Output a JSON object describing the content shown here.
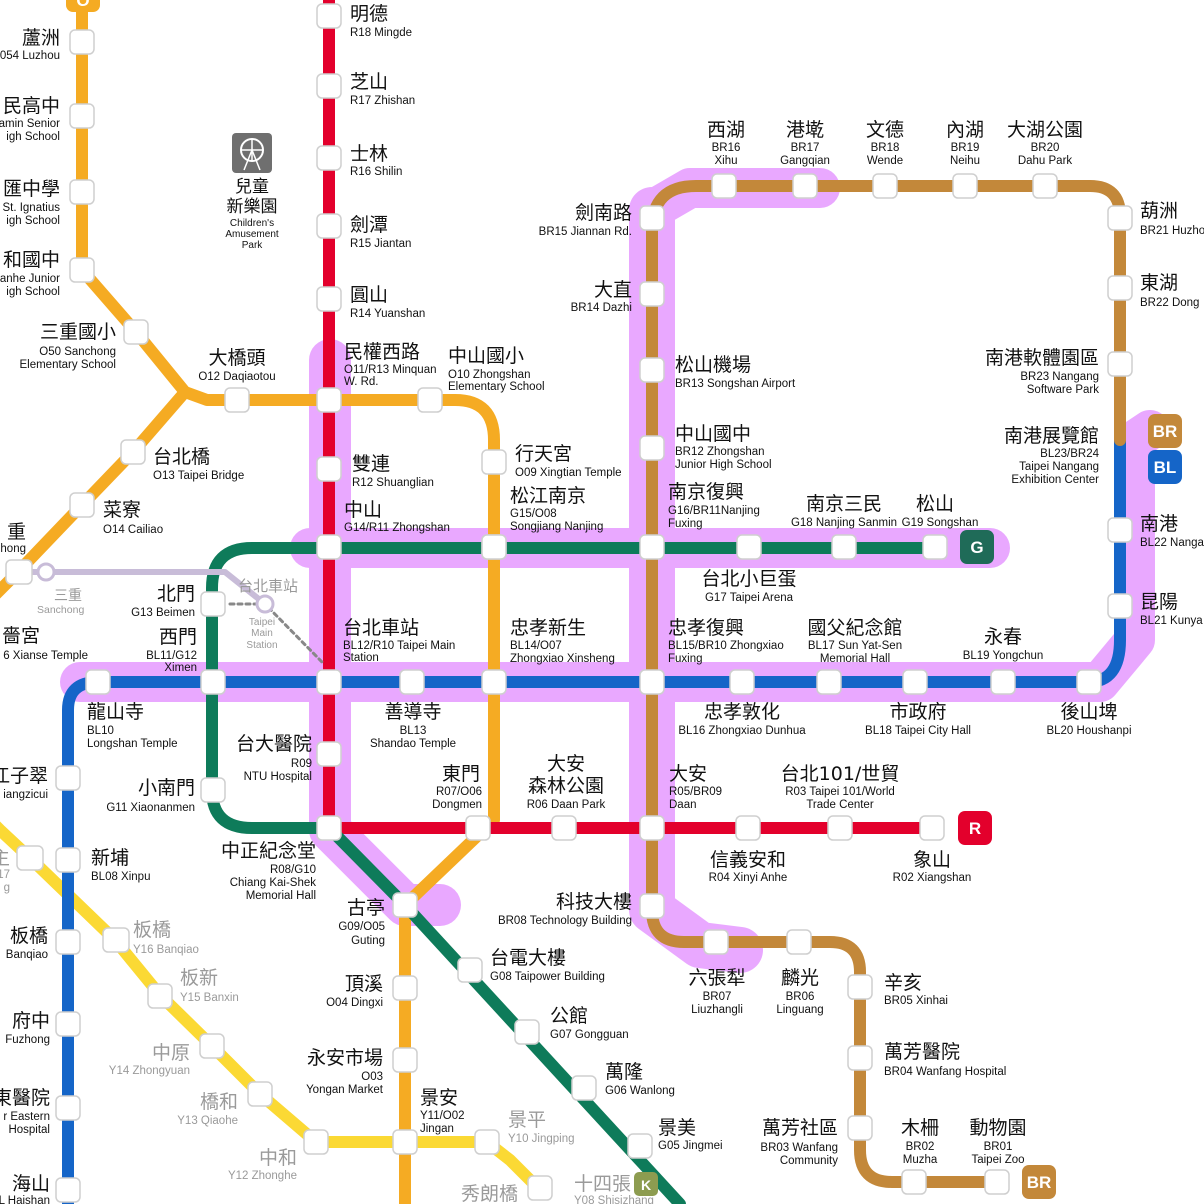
{
  "colors": {
    "red": "#e3002c",
    "green": "#0e7b5a",
    "orange": "#f5ab23",
    "blue": "#1565c8",
    "brown": "#c3883a",
    "yellow": "#fbd934",
    "purple_route": "#e28bff",
    "airport_grey": "#c8bcd8",
    "text": "#111111"
  },
  "line_badges": {
    "br_top": "BR",
    "bl": "BL",
    "g": "G",
    "r": "R",
    "br_bottom": "BR",
    "k": "K",
    "o_top": "O"
  },
  "landmark": {
    "icon": "ferris-wheel-icon",
    "zh": [
      "兒童",
      "新樂園"
    ],
    "en": [
      "Children's",
      "Amusement",
      "Park"
    ]
  },
  "stations": {
    "s_mingde": {
      "zh": "明德",
      "en": [
        "R18 Mingde"
      ]
    },
    "s_zhishan": {
      "zh": "芝山",
      "en": [
        "R17 Zhishan"
      ]
    },
    "s_shilin": {
      "zh": "士林",
      "en": [
        "R16 Shilin"
      ]
    },
    "s_jiantan": {
      "zh": "劍潭",
      "en": [
        "R15 Jiantan"
      ]
    },
    "s_yuanshan": {
      "zh": "圓山",
      "en": [
        "R14 Yuanshan"
      ]
    },
    "s_minquan": {
      "zh": "民權西路",
      "en": [
        "O11/R13 Minquan",
        "W. Rd."
      ]
    },
    "s_shuanglian": {
      "zh": "雙連",
      "en": [
        "R12 Shuanglian"
      ]
    },
    "s_zhongshan": {
      "zh": "中山",
      "en": [
        "G14/R11 Zhongshan"
      ]
    },
    "s_taipeimain": {
      "zh": "台北車站",
      "en": [
        "BL12/R10 Taipei Main",
        "Station"
      ]
    },
    "s_ntuh": {
      "zh": "台大醫院",
      "en": [
        "R09",
        "NTU Hospital"
      ]
    },
    "s_cks": {
      "zh": "中正紀念堂",
      "en": [
        "R08/G10",
        "Chiang Kai-Shek",
        "Memorial Hall"
      ]
    },
    "s_dongmen": {
      "zh": "東門",
      "en": [
        "R07/O06",
        "Dongmen"
      ]
    },
    "s_daanpark": {
      "zh": "大安\n森林公園",
      "zh_lines": [
        "大安",
        "森林公園"
      ],
      "en": [
        "R06 Daan Park"
      ]
    },
    "s_daan": {
      "zh": "大安",
      "en": [
        "R05/BR09",
        "Daan"
      ]
    },
    "s_xinyi": {
      "zh": "信義安和",
      "en": [
        "R04 Xinyi Anhe"
      ]
    },
    "s_taipei101": {
      "zh": "台北101/世貿",
      "en": [
        "R03 Taipei 101/World",
        "Trade Center"
      ]
    },
    "s_xiangshan": {
      "zh": "象山",
      "en": [
        "R02 Xiangshan"
      ]
    },
    "s_zsps": {
      "zh": "中山國小",
      "en": [
        "O10 Zhongshan",
        "Elementary School"
      ]
    },
    "s_xingtian": {
      "zh": "行天宮",
      "en": [
        "O09 Xingtian Temple"
      ]
    },
    "s_songnanjing": {
      "zh": "松江南京",
      "en": [
        "G15/O08",
        "Songjiang Nanjing"
      ]
    },
    "s_zhongxiaoxs": {
      "zh": "忠孝新生",
      "en": [
        "BL14/O07",
        "Zhongxiao Xinsheng"
      ]
    },
    "s_guting": {
      "zh": "古亭",
      "en": [
        "G09/O05",
        "Guting"
      ]
    },
    "s_dingxi": {
      "zh": "頂溪",
      "en": [
        "O04 Dingxi"
      ]
    },
    "s_yongan": {
      "zh": "永安市場",
      "en": [
        "O03",
        "Yongan Market"
      ]
    },
    "s_jingan": {
      "zh": "景安",
      "en": [
        "Y11/O02",
        "Jingan"
      ]
    },
    "s_daqiaotou": {
      "zh": "大橋頭",
      "en": [
        "O12 Daqiaotou"
      ]
    },
    "s_sanchongps": {
      "zh": "三重國小",
      "en": [
        "O50 Sanchong",
        "Elementary School"
      ]
    },
    "s_taipeibridge": {
      "zh": "台北橋",
      "en": [
        "O13 Taipei Bridge"
      ]
    },
    "s_cailiao": {
      "zh": "菜寮",
      "en": [
        "O14 Cailiao"
      ]
    },
    "s_luzhou": {
      "zh": "蘆洲",
      "en": [
        "054 Luzhou"
      ]
    },
    "s_sanmin": {
      "zh": "民高中",
      "en": [
        "amin Senior",
        "igh School"
      ]
    },
    "s_xuyuan": {
      "zh": "匯中學",
      "en": [
        "St. Ignatius",
        "igh School"
      ]
    },
    "s_zhonghe_jh": {
      "zh": "和國中",
      "en": [
        "anhe Junior",
        "igh School"
      ]
    },
    "s_sanchong_l": {
      "zh": "重",
      "en": [
        "hong"
      ]
    },
    "s_sanchong_a": {
      "zh": "三重",
      "en": [
        "Sanchong"
      ]
    },
    "s_xianse": {
      "zh": "嗇宮",
      "en": [
        "6 Xianse Temple"
      ]
    },
    "s_beimen": {
      "zh": "北門",
      "en": [
        "G13 Beimen"
      ]
    },
    "s_ximen": {
      "zh": "西門",
      "en": [
        "BL11/G12",
        "Ximen"
      ]
    },
    "s_xiaonanmen": {
      "zh": "小南門",
      "en": [
        "G11 Xiaonanmen"
      ]
    },
    "s_taipower": {
      "zh": "台電大樓",
      "en": [
        "G08 Taipower Building"
      ]
    },
    "s_gongguan": {
      "zh": "公館",
      "en": [
        "G07 Gongguan"
      ]
    },
    "s_wanlong": {
      "zh": "萬隆",
      "en": [
        "G06 Wanlong"
      ]
    },
    "s_jingmei": {
      "zh": "景美",
      "en": [
        "G05 Jingmei"
      ]
    },
    "s_nanjingfx": {
      "zh": "南京復興",
      "en": [
        "G16/BR11Nanjing",
        "Fuxing"
      ]
    },
    "s_nanjingss": {
      "zh": "南京三民",
      "en": [
        "G18 Nanjing Sanmin"
      ]
    },
    "s_songshan": {
      "zh": "松山",
      "en": [
        "G19 Songshan"
      ]
    },
    "s_arena": {
      "zh": "台北小巨蛋",
      "en": [
        "G17 Taipei Arena"
      ]
    },
    "s_airport_ts": {
      "zh": "台北車站",
      "en": [
        "Taipei",
        "Main",
        "Station"
      ]
    },
    "s_longshan": {
      "zh": "龍山寺",
      "en": [
        "BL10",
        "Longshan Temple"
      ]
    },
    "s_shandao": {
      "zh": "善導寺",
      "en": [
        "BL13",
        "Shandao Temple"
      ]
    },
    "s_zhongxiaofx": {
      "zh": "忠孝復興",
      "en": [
        "BL15/BR10 Zhongxiao",
        "Fuxing"
      ]
    },
    "s_zhongxiaodh": {
      "zh": "忠孝敦化",
      "en": [
        "BL16 Zhongxiao Dunhua"
      ]
    },
    "s_sysmemorial": {
      "zh": "國父紀念館",
      "en": [
        "BL17 Sun Yat-Sen",
        "Memorial Hall"
      ]
    },
    "s_cityhall": {
      "zh": "市政府",
      "en": [
        "BL18 Taipei City Hall"
      ]
    },
    "s_yongchun": {
      "zh": "永春",
      "en": [
        "BL19 Yongchun"
      ]
    },
    "s_houshanpi": {
      "zh": "後山埤",
      "en": [
        "BL20 Houshanpi"
      ]
    },
    "s_kunyang": {
      "zh": "昆陽",
      "en": [
        "BL21 Kunya"
      ]
    },
    "s_nangang": {
      "zh": "南港",
      "en": [
        "BL22 Nanga"
      ]
    },
    "s_jiangzicui": {
      "zh": "江子翠",
      "en": [
        "iangzicui"
      ]
    },
    "s_xinpu": {
      "zh": "新埔",
      "en": [
        "BL08 Xinpu"
      ]
    },
    "s_banqiao": {
      "zh": "板橋",
      "en": [
        "Banqiao"
      ]
    },
    "s_fuzhong": {
      "zh": "府中",
      "en": [
        "Fuzhong"
      ]
    },
    "s_fareastern": {
      "zh": "東醫院",
      "en": [
        "r Eastern",
        "Hospital"
      ]
    },
    "s_haishan": {
      "zh": "海山",
      "en": [
        "L Haishan"
      ]
    },
    "s_xihu": {
      "zh": "西湖",
      "en": [
        "BR16",
        "Xihu"
      ]
    },
    "s_gangqian": {
      "zh": "港墘",
      "en": [
        "BR17",
        "Gangqian"
      ]
    },
    "s_wende": {
      "zh": "文德",
      "en": [
        "BR18",
        "Wende"
      ]
    },
    "s_neihu": {
      "zh": "內湖",
      "en": [
        "BR19",
        "Neihu"
      ]
    },
    "s_dahupark": {
      "zh": "大湖公園",
      "en": [
        "BR20",
        "Dahu Park"
      ]
    },
    "s_huzhou": {
      "zh": "葫洲",
      "en": [
        "BR21 Huzho"
      ]
    },
    "s_donghu": {
      "zh": "東湖",
      "en": [
        "BR22 Dong"
      ]
    },
    "s_nangangsp": {
      "zh": "南港軟體園區",
      "en": [
        "BR23 Nangang",
        "Software Park"
      ]
    },
    "s_nangangexh": {
      "zh": "南港展覽館",
      "en": [
        "BL23/BR24",
        "Taipei Nangang",
        "Exhibition Center"
      ]
    },
    "s_jiannan": {
      "zh": "劍南路",
      "en": [
        "BR15 Jiannan Rd."
      ]
    },
    "s_dazhi": {
      "zh": "大直",
      "en": [
        "BR14 Dazhi"
      ]
    },
    "s_songshanap": {
      "zh": "松山機場",
      "en": [
        "BR13 Songshan Airport"
      ]
    },
    "s_zsjh": {
      "zh": "中山國中",
      "en": [
        "BR12 Zhongshan",
        "Junior High School"
      ]
    },
    "s_techbldg": {
      "zh": "科技大樓",
      "en": [
        "BR08 Technology Building"
      ]
    },
    "s_liuzhangli": {
      "zh": "六張犁",
      "en": [
        "BR07",
        "Liuzhangli"
      ]
    },
    "s_linguang": {
      "zh": "麟光",
      "en": [
        "BR06",
        "Linguang"
      ]
    },
    "s_xinhai": {
      "zh": "辛亥",
      "en": [
        "BR05 Xinhai"
      ]
    },
    "s_wanfangh": {
      "zh": "萬芳醫院",
      "en": [
        "BR04 Wanfang Hospital"
      ]
    },
    "s_wanfangc": {
      "zh": "萬芳社區",
      "en": [
        "BR03 Wanfang",
        "Community"
      ]
    },
    "s_muzha": {
      "zh": "木柵",
      "en": [
        "BR02",
        "Muzha"
      ]
    },
    "s_zoo": {
      "zh": "動物園",
      "en": [
        "BR01",
        "Taipei Zoo"
      ]
    },
    "s_banqiao_y": {
      "zh": "板橋",
      "en": [
        "Y16 Banqiao"
      ]
    },
    "s_banxin": {
      "zh": "板新",
      "en": [
        "Y15 Banxin"
      ]
    },
    "s_zhongyuan": {
      "zh": "中原",
      "en": [
        "Y14 Zhongyuan"
      ]
    },
    "s_qiaohe": {
      "zh": "橋和",
      "en": [
        "Y13 Qiaohe"
      ]
    },
    "s_zhonghe": {
      "zh": "中和",
      "en": [
        "Y12 Zhonghe"
      ]
    },
    "s_jingping": {
      "zh": "景平",
      "en": [
        "Y10 Jingping"
      ]
    },
    "s_xiulang": {
      "zh": "秀朗橋",
      "en": []
    },
    "s_shisizhang": {
      "zh": "十四張",
      "en": [
        "Y08 Shisizhang"
      ]
    },
    "s_y_left": {
      "zh": "主",
      "en": [
        "17",
        "g"
      ]
    }
  }
}
